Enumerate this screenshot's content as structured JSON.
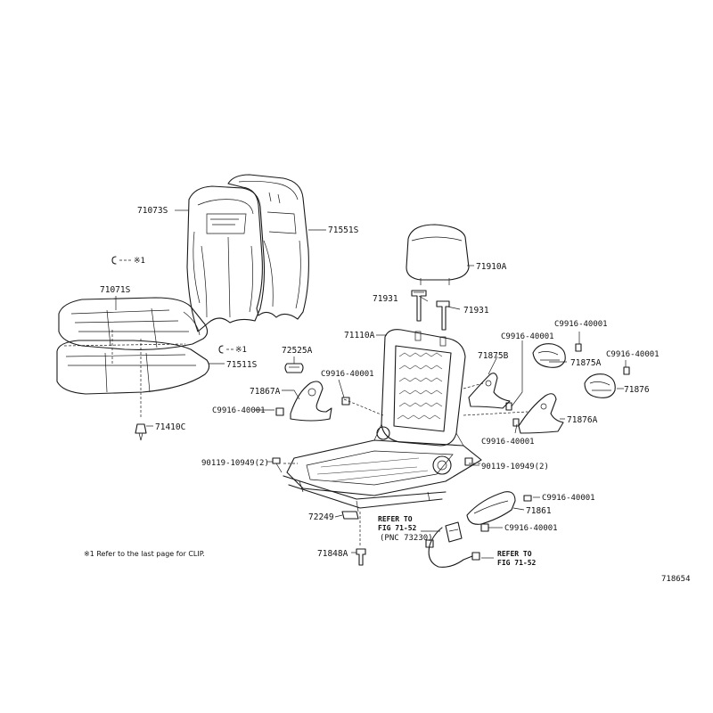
{
  "labels": {
    "p71073S": "71073S",
    "p71551S": "71551S",
    "p71071S": "71071S",
    "p71511S": "71511S",
    "p71410C": "71410C",
    "p71910A": "71910A",
    "p71931a": "71931",
    "p71931b": "71931",
    "p71110A": "71110A",
    "p72525A": "72525A",
    "p71867A": "71867A",
    "p71875B": "71875B",
    "p71875A": "71875A",
    "p71876": "71876",
    "p71876A": "71876A",
    "p71861": "71861",
    "p72249": "72249",
    "p71848A": "71848A",
    "c9916_1": "C9916-40001",
    "c9916_2": "C9916-40001",
    "c9916_3": "C9916-40001",
    "c9916_4": "C9916-40001",
    "c9916_5": "C9916-40001",
    "c9916_6": "C9916-40001",
    "c9916_7": "C9916-40001",
    "c9916_8": "C9916-40001",
    "b90119_left": "90119-10949(2)",
    "b90119_right": "90119-10949(2)",
    "clip1": "※1",
    "clip2": "※1",
    "refer1_l1": "REFER TO",
    "refer1_l2": "FIG 71-52",
    "refer1_l3": "(PNC 73230)",
    "refer2_l1": "REFER TO",
    "refer2_l2": "FIG 71-52"
  },
  "footnote": "※1  Refer to the last page for CLIP.",
  "figure_id": "718654"
}
